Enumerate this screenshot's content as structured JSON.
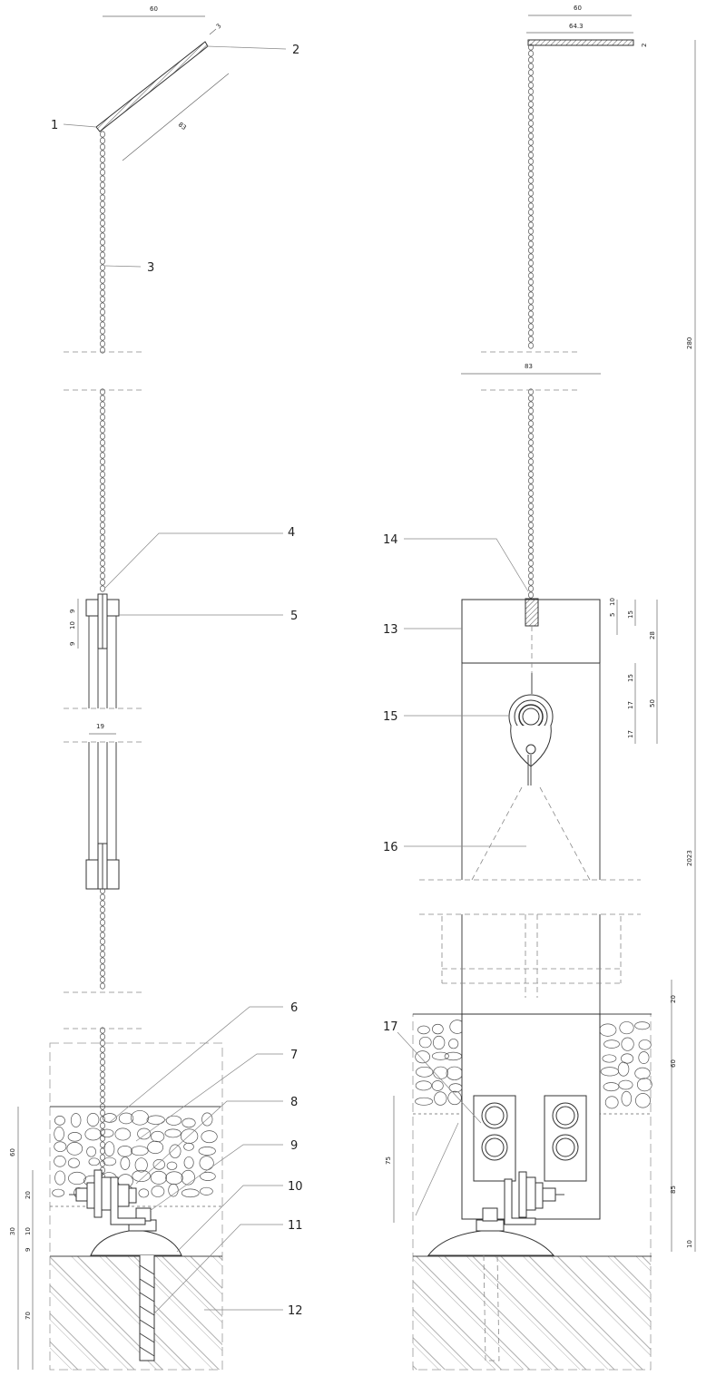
{
  "callouts": [
    "1",
    "2",
    "3",
    "4",
    "5",
    "6",
    "7",
    "8",
    "9",
    "10",
    "11",
    "12",
    "13",
    "14",
    "15",
    "16",
    "17"
  ],
  "dims": {
    "left_top_60": "60",
    "left_top_3": "3",
    "left_83": "83",
    "left_9a": "9",
    "left_10a": "10",
    "left_9b": "9",
    "left_19": "19",
    "left_60": "60",
    "left_20": "20",
    "left_30": "30",
    "left_10b": "10",
    "left_9c": "9",
    "left_70": "70",
    "right_60": "60",
    "right_64": "64.3",
    "right_2": "2",
    "right_83": "83",
    "right_280": "280",
    "right_5": "5",
    "right_10": "10",
    "right_15a": "15",
    "right_28": "28",
    "right_15b": "15",
    "right_17a": "17",
    "right_50": "50",
    "right_17b": "17",
    "right_2023": "2023",
    "right_20": "20",
    "right_60b": "60",
    "right_75": "75",
    "right_85": "85",
    "right_10b": "10"
  }
}
